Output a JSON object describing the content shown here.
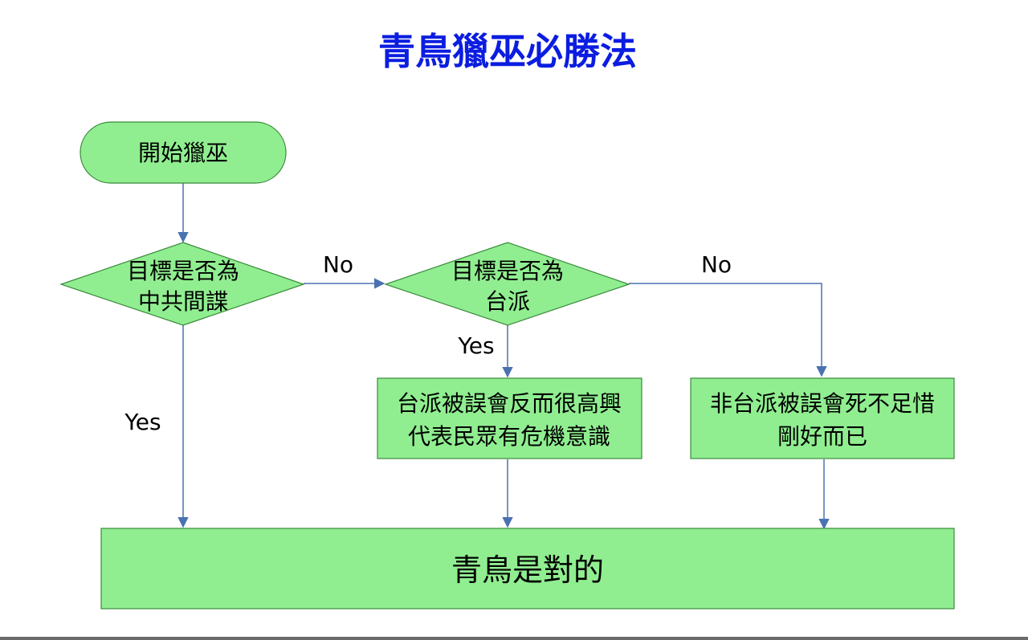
{
  "title": "青鳥獵巫必勝法",
  "colors": {
    "title": "#0b1de0",
    "node_fill": "#90ee90",
    "node_stroke": "#3a8a3a",
    "arrow": "#4a72b0"
  },
  "nodes": {
    "start": "開始獵巫",
    "decision_spy": [
      "目標是否為",
      "中共間諜"
    ],
    "decision_taiwan": [
      "目標是否為",
      "台派"
    ],
    "box_taiwan": [
      "台派被誤會反而很高興",
      "代表民眾有危機意識"
    ],
    "box_non_taiwan": [
      "非台派被誤會死不足惜",
      "剛好而已"
    ],
    "end": "青鳥是對的"
  },
  "edges": {
    "spy_yes": "Yes",
    "spy_no": "No",
    "taiwan_yes": "Yes",
    "taiwan_no": "No"
  }
}
